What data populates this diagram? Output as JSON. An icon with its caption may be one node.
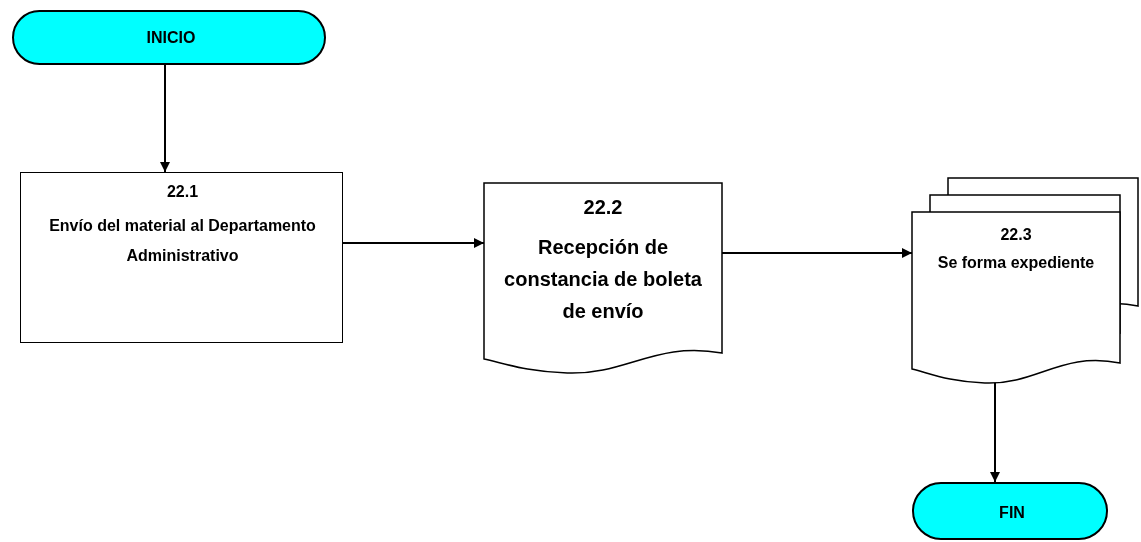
{
  "diagram": {
    "nodes": [
      {
        "text": [
          "INICIO"
        ]
      },
      {
        "text": [
          "22.1",
          "Envío del material al Departamento Administrativo"
        ]
      },
      {
        "text": [
          "22.2",
          "Recepción de constancia de boleta de envío"
        ]
      },
      {
        "text": [
          "22.3",
          "Se forma expediente"
        ]
      },
      {
        "text": [
          "FIN"
        ]
      }
    ],
    "edges": [
      {
        "from": 0,
        "to": 1,
        "arrow": "to"
      },
      {
        "from": 1,
        "to": 2,
        "arrow": "to"
      },
      {
        "from": 2,
        "to": 3,
        "arrow": "to"
      },
      {
        "from": 3,
        "to": 4,
        "arrow": "to"
      }
    ]
  }
}
